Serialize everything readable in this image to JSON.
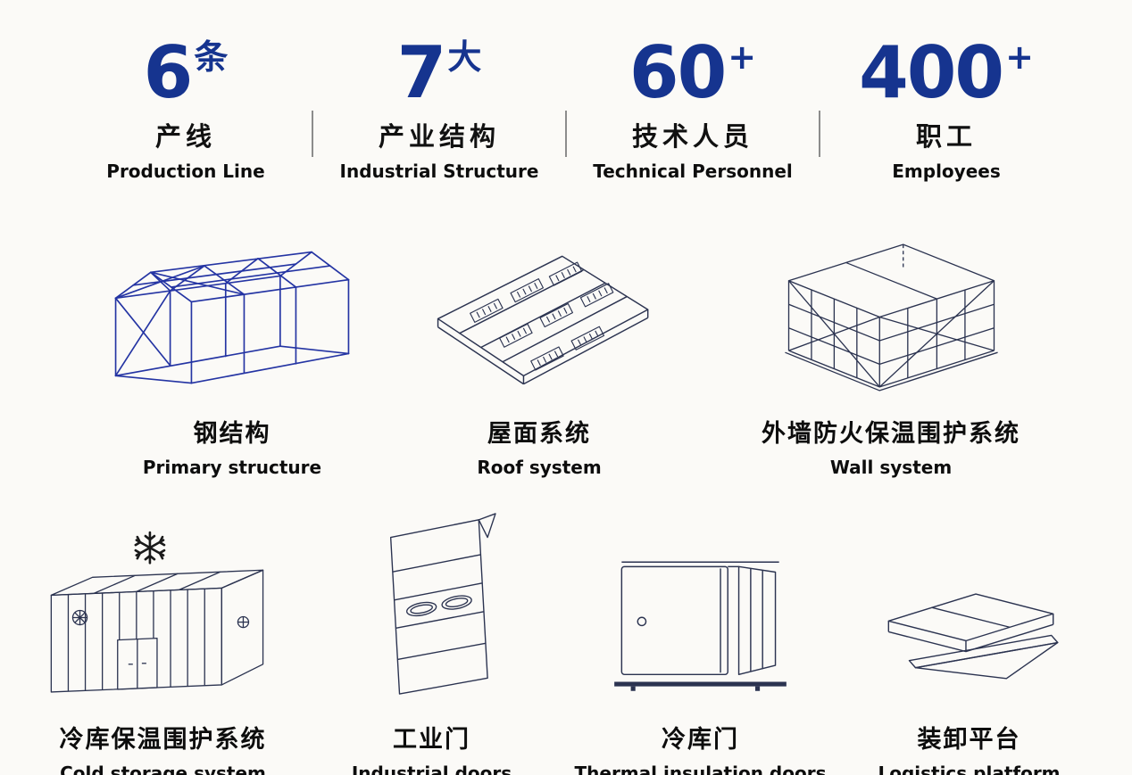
{
  "stats": [
    {
      "value": "6",
      "suffix": "条",
      "zh": "产线",
      "en": "Production Line"
    },
    {
      "value": "7",
      "suffix": "大",
      "zh": "产业结构",
      "en": "Industrial Structure"
    },
    {
      "value": "60",
      "suffix": "+",
      "zh": "技术人员",
      "en": "Technical Personnel"
    },
    {
      "value": "400",
      "suffix": "+",
      "zh": "职工",
      "en": "Employees"
    }
  ],
  "products_row1": [
    {
      "icon": "steel-structure-icon",
      "zh": "钢结构",
      "en": "Primary structure"
    },
    {
      "icon": "roof-system-icon",
      "zh": "屋面系统",
      "en": "Roof system"
    },
    {
      "icon": "wall-system-icon",
      "zh": "外墙防火保温围护系统",
      "en": "Wall system"
    }
  ],
  "products_row2": [
    {
      "icon": "cold-storage-icon",
      "zh": "冷库保温围护系统",
      "en": "Cold storage system"
    },
    {
      "icon": "industrial-door-icon",
      "zh": "工业门",
      "en": "Industrial doors"
    },
    {
      "icon": "insulation-door-icon",
      "zh": "冷库门",
      "en": "Thermal insulation doors"
    },
    {
      "icon": "loading-platform-icon",
      "zh": "装卸平台",
      "en": "Logistics platform"
    }
  ],
  "colors": {
    "accent_blue": "#16348f",
    "steel_line_blue": "#2434a3",
    "line_art_navy": "#2b3350",
    "text": "#111111",
    "divider_gray": "#8c8c8c",
    "background": "#fbfaf7"
  }
}
